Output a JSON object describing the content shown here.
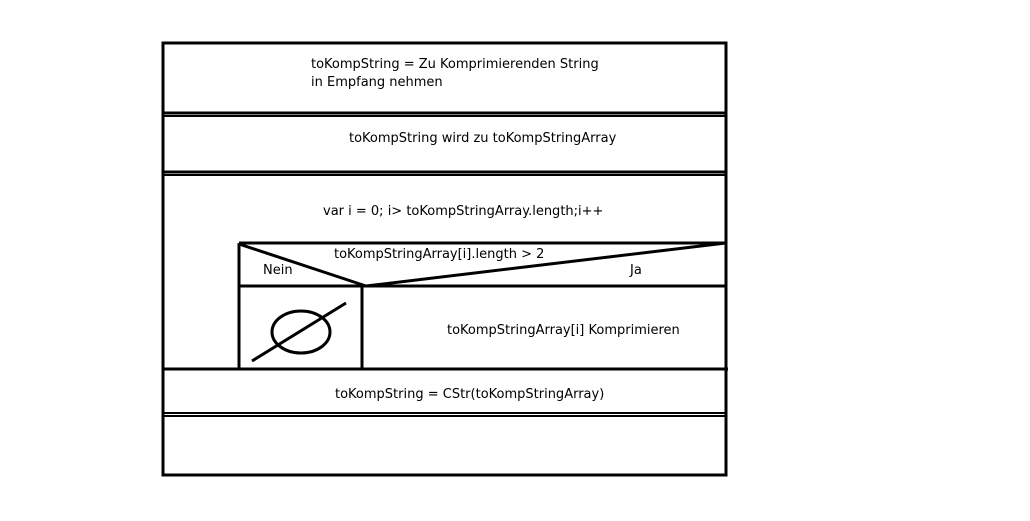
{
  "diagram": {
    "title": "",
    "blocks": {
      "input": "toKompString = Zu Komprimierenden String in Empfang nehmen",
      "split": "toKompString wird zu toKompStringArray",
      "loop_header": "var i = 0; i> toKompStringArray.length;i++",
      "condition": "toKompStringArray[i].length > 2",
      "branch_no": "Nein",
      "branch_yes": "Ja",
      "yes_action": "toKompStringArray[i] Komprimieren",
      "no_action_icon": "empty-set-icon",
      "output": "toKompString = CStr(toKompStringArray)",
      "end": ""
    },
    "colors": {
      "line": "#000000",
      "background": "#ffffff"
    }
  }
}
